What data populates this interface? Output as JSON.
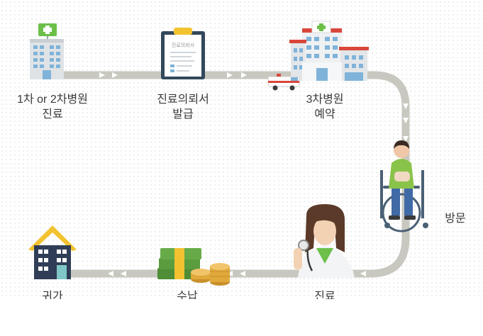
{
  "steps": [
    {
      "id": "first-visit",
      "line1": "1차 or 2차병원",
      "line2": "진료"
    },
    {
      "id": "referral",
      "line1": "진료의뢰서",
      "line2": "발급"
    },
    {
      "id": "reservation",
      "line1": "3차병원",
      "line2": "예약"
    },
    {
      "id": "visit",
      "line1": "방문",
      "line2": ""
    },
    {
      "id": "treatment",
      "line1": "진료",
      "line2": ""
    },
    {
      "id": "payment",
      "line1": "수납",
      "line2": ""
    },
    {
      "id": "return-home",
      "line1": "귀가",
      "line2": ""
    }
  ],
  "document_text": "진료의뢰서",
  "colors": {
    "path": "#c8c8c0",
    "arrow": "#ffffff",
    "hospital_green": "#6cc04a",
    "hospital_red": "#d9463a",
    "house_roof": "#f2c230",
    "house_wall": "#2f3d56",
    "money_green": "#5a9c3e",
    "coin": "#e0a93a"
  },
  "icons": [
    "clinic-building-icon",
    "referral-document-icon",
    "ambulance-icon",
    "tertiary-hospital-icon",
    "wheelchair-patient-icon",
    "doctor-icon",
    "money-icon",
    "house-icon"
  ]
}
